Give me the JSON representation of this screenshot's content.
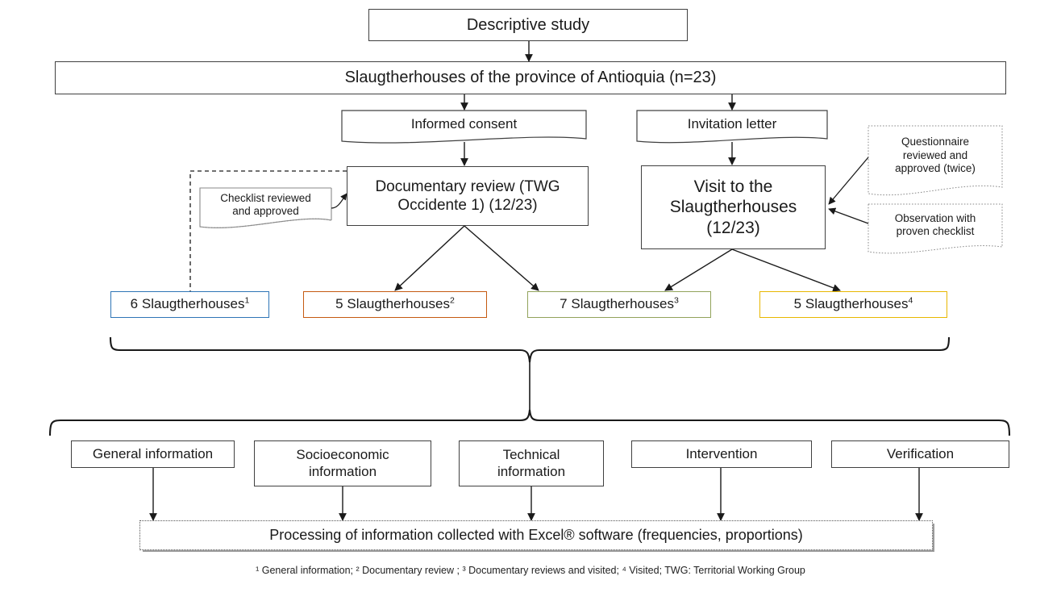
{
  "diagram": {
    "title": "Descriptive study flow diagram",
    "type": "flowchart",
    "colors": {
      "line": "#1a1a1a",
      "box_border": "#404040",
      "callout_border": "#7f7f7f",
      "box1_border": "#2e75b6",
      "box2_border": "#c55a11",
      "box3_border": "#92a35b",
      "box4_border": "#e8b700",
      "background": "#ffffff"
    }
  },
  "nodes": {
    "root": "Descriptive study",
    "population": "Slaugtherhouses of the province of Antioquia (n=23)",
    "informed_consent": "Informed consent",
    "invitation_letter": "Invitation letter",
    "documentary_review_l1": "Documentary review (TWG",
    "documentary_review_l2": "Occidente 1) (12/23)",
    "visit_l1": "Visit to the",
    "visit_l2": "Slaugtherhouses",
    "visit_l3": "(12/23)",
    "checklist_note_l1": "Checklist reviewed",
    "checklist_note_l2": "and approved",
    "questionnaire_note_l1": "Questionnaire",
    "questionnaire_note_l2": "reviewed and",
    "questionnaire_note_l3": "approved (twice)",
    "observation_note_l1": "Observation with",
    "observation_note_l2": "proven checklist",
    "processing": "Processing of information collected with Excel® software (frequencies,  proportions)"
  },
  "outcome_boxes": [
    {
      "count": "6",
      "label": " Slaugtherhouses",
      "marker": "1",
      "color": "#2e75b6"
    },
    {
      "count": "5",
      "label": " Slaugtherhouses",
      "marker": "2",
      "color": "#c55a11"
    },
    {
      "count": "7",
      "label": " Slaugtherhouses",
      "marker": "3",
      "color": "#92a35b"
    },
    {
      "count": "5",
      "label": " Slaugtherhouses",
      "marker": "4",
      "color": "#e8b700"
    }
  ],
  "category_boxes": [
    {
      "line1": "General information",
      "line2": ""
    },
    {
      "line1": "Socioeconomic",
      "line2": "information"
    },
    {
      "line1": "Technical",
      "line2": "information"
    },
    {
      "line1": "Intervention",
      "line2": ""
    },
    {
      "line1": "Verification",
      "line2": ""
    }
  ],
  "footnote": {
    "text": "¹ General information; ² Documentary review ; ³ Documentary reviews and visited; ⁴ Visited; TWG: Territorial Working Group"
  }
}
